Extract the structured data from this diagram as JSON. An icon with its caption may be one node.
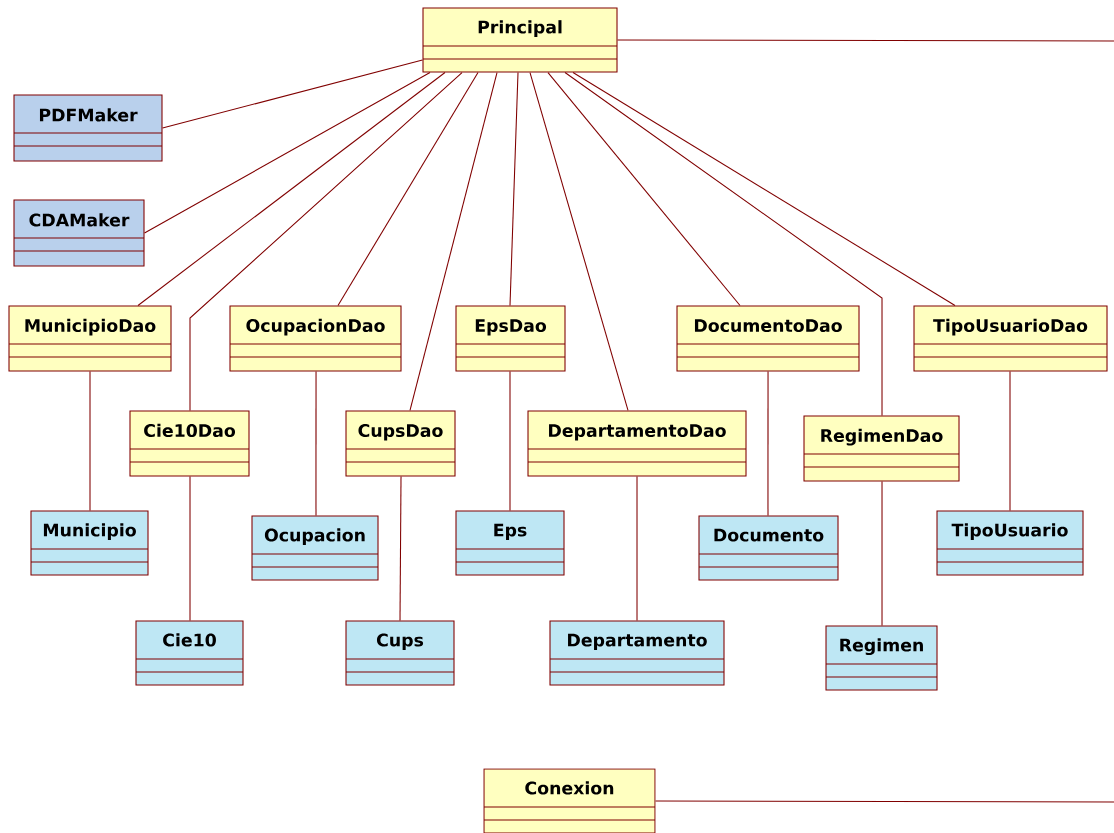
{
  "diagram": {
    "nodes": [
      {
        "text": [
          "Principal"
        ]
      },
      {
        "text": [
          "PDFMaker"
        ]
      },
      {
        "text": [
          "CDAMaker"
        ]
      },
      {
        "text": [
          "MunicipioDao"
        ]
      },
      {
        "text": [
          "OcupacionDao"
        ]
      },
      {
        "text": [
          "EpsDao"
        ]
      },
      {
        "text": [
          "DocumentoDao"
        ]
      },
      {
        "text": [
          "TipoUsuarioDao"
        ]
      },
      {
        "text": [
          "Cie10Dao"
        ]
      },
      {
        "text": [
          "CupsDao"
        ]
      },
      {
        "text": [
          "DepartamentoDao"
        ]
      },
      {
        "text": [
          "RegimenDao"
        ]
      },
      {
        "text": [
          "Municipio"
        ]
      },
      {
        "text": [
          "Ocupacion"
        ]
      },
      {
        "text": [
          "Eps"
        ]
      },
      {
        "text": [
          "Documento"
        ]
      },
      {
        "text": [
          "TipoUsuario"
        ]
      },
      {
        "text": [
          "Cie10"
        ]
      },
      {
        "text": [
          "Cups"
        ]
      },
      {
        "text": [
          "Departamento"
        ]
      },
      {
        "text": [
          "Regimen"
        ]
      },
      {
        "text": [
          "Conexion"
        ]
      }
    ],
    "edges": [
      {
        "from": 0,
        "to": 1,
        "arrow": "none"
      },
      {
        "from": 0,
        "to": 2,
        "arrow": "none"
      },
      {
        "from": 0,
        "to": 3,
        "arrow": "none"
      },
      {
        "from": 0,
        "to": 8,
        "arrow": "none"
      },
      {
        "from": 0,
        "to": 4,
        "arrow": "none"
      },
      {
        "from": 0,
        "to": 9,
        "arrow": "none"
      },
      {
        "from": 0,
        "to": 5,
        "arrow": "none"
      },
      {
        "from": 0,
        "to": 10,
        "arrow": "none"
      },
      {
        "from": 0,
        "to": 6,
        "arrow": "none"
      },
      {
        "from": 0,
        "to": 11,
        "arrow": "none"
      },
      {
        "from": 0,
        "to": 7,
        "arrow": "none"
      },
      {
        "from": 0,
        "to": null,
        "arrow": "none"
      },
      {
        "from": 3,
        "to": 12,
        "arrow": "none"
      },
      {
        "from": 8,
        "to": 17,
        "arrow": "none"
      },
      {
        "from": 4,
        "to": 13,
        "arrow": "none"
      },
      {
        "from": 9,
        "to": 18,
        "arrow": "none"
      },
      {
        "from": 5,
        "to": 14,
        "arrow": "none"
      },
      {
        "from": 10,
        "to": 19,
        "arrow": "none"
      },
      {
        "from": 6,
        "to": 15,
        "arrow": "none"
      },
      {
        "from": 11,
        "to": 20,
        "arrow": "none"
      },
      {
        "from": 7,
        "to": 16,
        "arrow": "none"
      },
      {
        "from": 21,
        "to": null,
        "arrow": "none"
      }
    ]
  }
}
